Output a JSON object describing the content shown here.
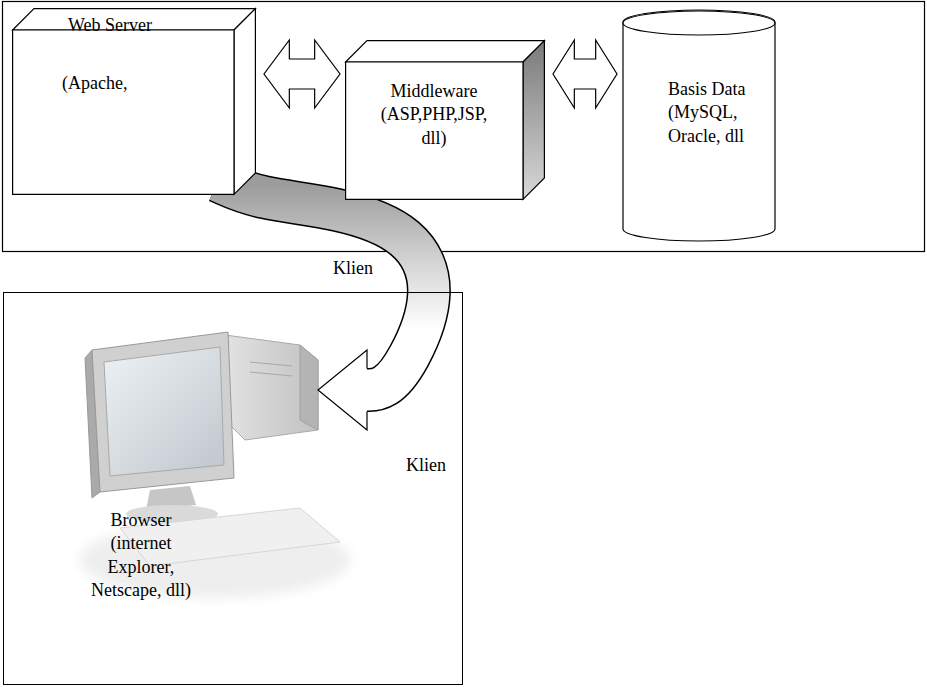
{
  "diagram": {
    "nodes": [
      {
        "text": [
          "Web Server",
          "(Apache,"
        ]
      },
      {
        "text": [
          "Middleware (ASP,PHP,JSP, dll)"
        ]
      },
      {
        "text": [
          "Basis Data (MySQL, Oracle, dll"
        ]
      },
      {
        "text": [
          "Klien",
          "Browser (internet Explorer, Netscape, dll)",
          "Klien"
        ]
      }
    ],
    "edges": [
      {
        "from": 0,
        "to": 1,
        "arrow": "both"
      },
      {
        "from": 1,
        "to": 2,
        "arrow": "both"
      },
      {
        "from": 0,
        "to": 3,
        "arrow": "to"
      }
    ]
  }
}
